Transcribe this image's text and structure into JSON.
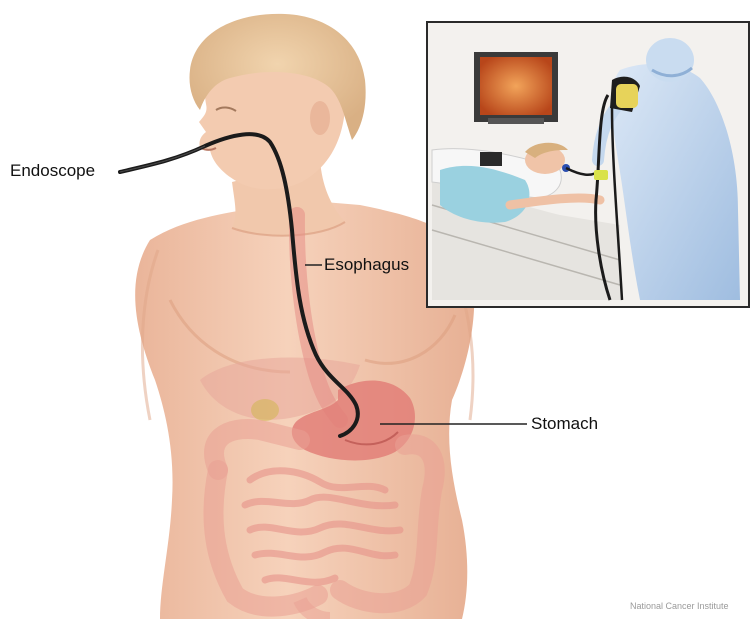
{
  "labels": {
    "endoscope": "Endoscope",
    "esophagus": "Esophagus",
    "stomach": "Stomach"
  },
  "credit": "National Cancer Institute",
  "colors": {
    "skin": "#f4cdb3",
    "skin_shadow": "#e3a98c",
    "hair": "#e8c59c",
    "organs": "#e49a8f",
    "stomach": "#e0817a",
    "scope": "#1b1b1b",
    "inset_border": "#2a2a2a",
    "gown": "#bcd2ec",
    "monitor": "#d8621e"
  },
  "icons": [
    "monitor-icon",
    "endoscope-device-icon"
  ]
}
